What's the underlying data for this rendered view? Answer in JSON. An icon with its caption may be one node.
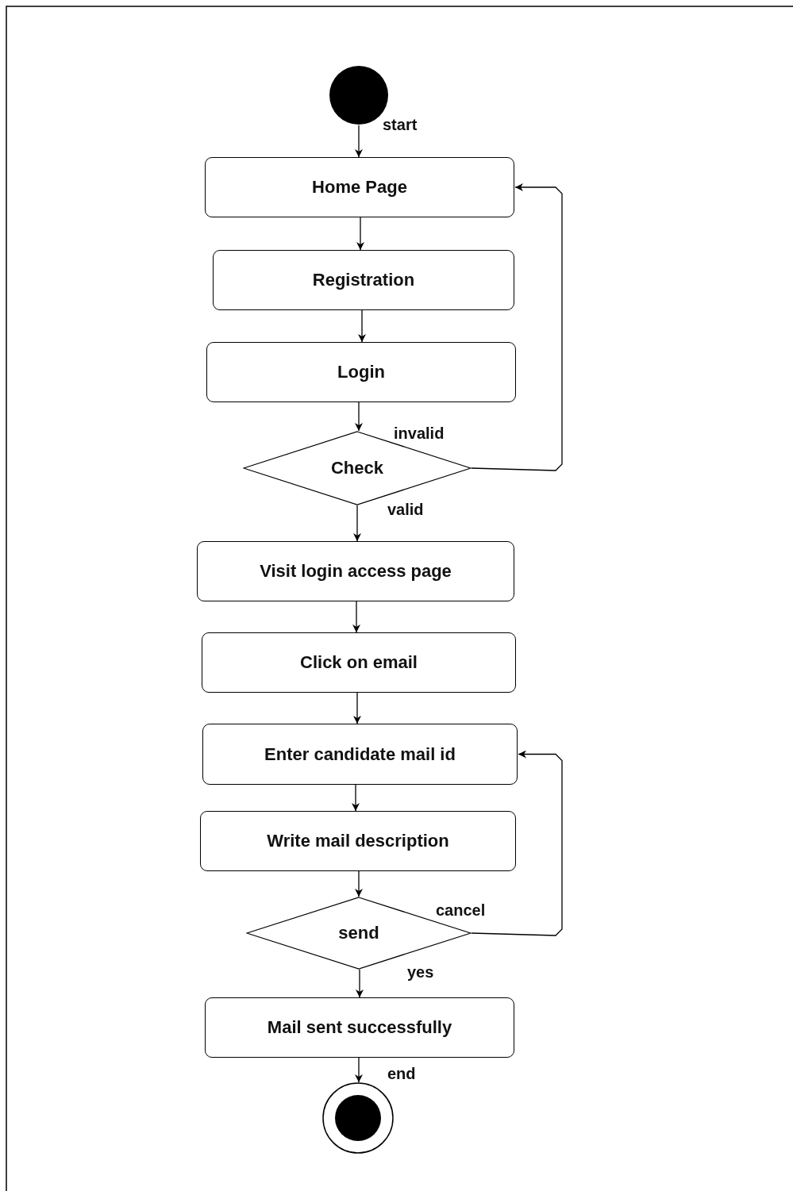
{
  "diagram": {
    "nodes": [
      {
        "text": [],
        "shape": "circle",
        "beside": [
          "start"
        ]
      },
      {
        "text": [
          "Home Page"
        ]
      },
      {
        "text": [
          "Registration"
        ]
      },
      {
        "text": [
          "Login"
        ]
      },
      {
        "text": [
          "Check"
        ]
      },
      {
        "text": [
          "Visit login access page"
        ]
      },
      {
        "text": [
          "Click on email"
        ]
      },
      {
        "text": [
          "Enter candidate mail id"
        ]
      },
      {
        "text": [
          "Write mail description"
        ]
      },
      {
        "text": [
          "send"
        ]
      },
      {
        "text": [
          "Mail sent successfully"
        ]
      },
      {
        "text": [],
        "shape": "bullseye",
        "beside": [
          "end"
        ]
      }
    ],
    "edges": [
      {
        "from": 0,
        "to": 1,
        "arrow": "to"
      },
      {
        "from": 1,
        "to": 2,
        "arrow": "to"
      },
      {
        "from": 2,
        "to": 3,
        "arrow": "to"
      },
      {
        "from": 3,
        "to": 4,
        "arrow": "to"
      },
      {
        "from": 4,
        "to": 1,
        "arrow": "to",
        "label": "invalid"
      },
      {
        "from": 4,
        "to": 5,
        "arrow": "to",
        "label": "valid"
      },
      {
        "from": 5,
        "to": 6,
        "arrow": "to"
      },
      {
        "from": 6,
        "to": 7,
        "arrow": "to"
      },
      {
        "from": 7,
        "to": 8,
        "arrow": "to"
      },
      {
        "from": 8,
        "to": 9,
        "arrow": "to"
      },
      {
        "from": 9,
        "to": 7,
        "arrow": "to",
        "label": "cancel"
      },
      {
        "from": 9,
        "to": 10,
        "arrow": "to",
        "label": "yes"
      },
      {
        "from": 10,
        "to": 11,
        "arrow": "to"
      }
    ]
  }
}
